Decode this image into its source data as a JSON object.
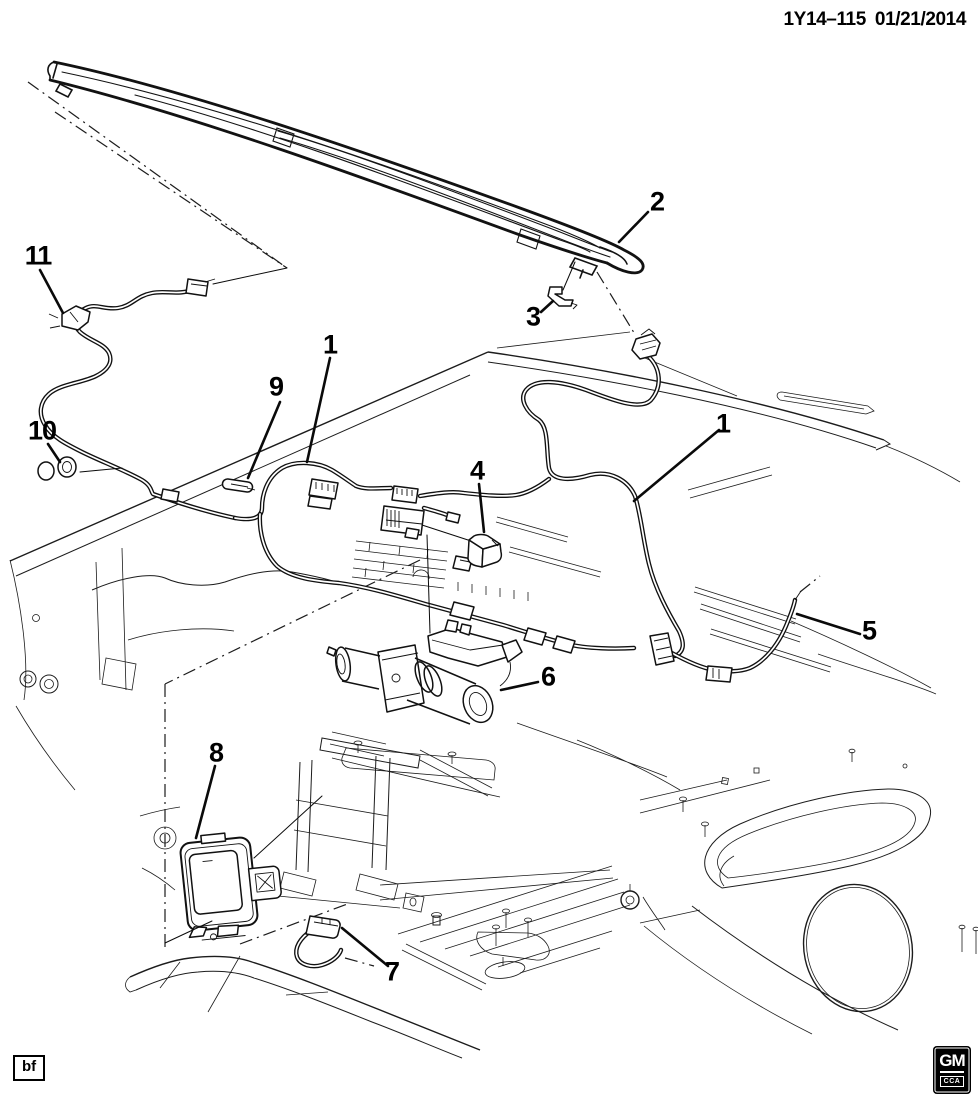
{
  "header": {
    "drawing_number": "1Y14–115",
    "date": "01/21/2014"
  },
  "callouts": [
    {
      "id": "1a",
      "label": "1"
    },
    {
      "id": "1b",
      "label": "1"
    },
    {
      "id": "2",
      "label": "2"
    },
    {
      "id": "3",
      "label": "3"
    },
    {
      "id": "4",
      "label": "4"
    },
    {
      "id": "5",
      "label": "5"
    },
    {
      "id": "6",
      "label": "6"
    },
    {
      "id": "7",
      "label": "7"
    },
    {
      "id": "8",
      "label": "8"
    },
    {
      "id": "9",
      "label": "9"
    },
    {
      "id": "10",
      "label": "10"
    },
    {
      "id": "11",
      "label": "11"
    }
  ],
  "footer": {
    "sheet_code": "bf",
    "logo": "GM",
    "logo_sub": "CCA"
  }
}
